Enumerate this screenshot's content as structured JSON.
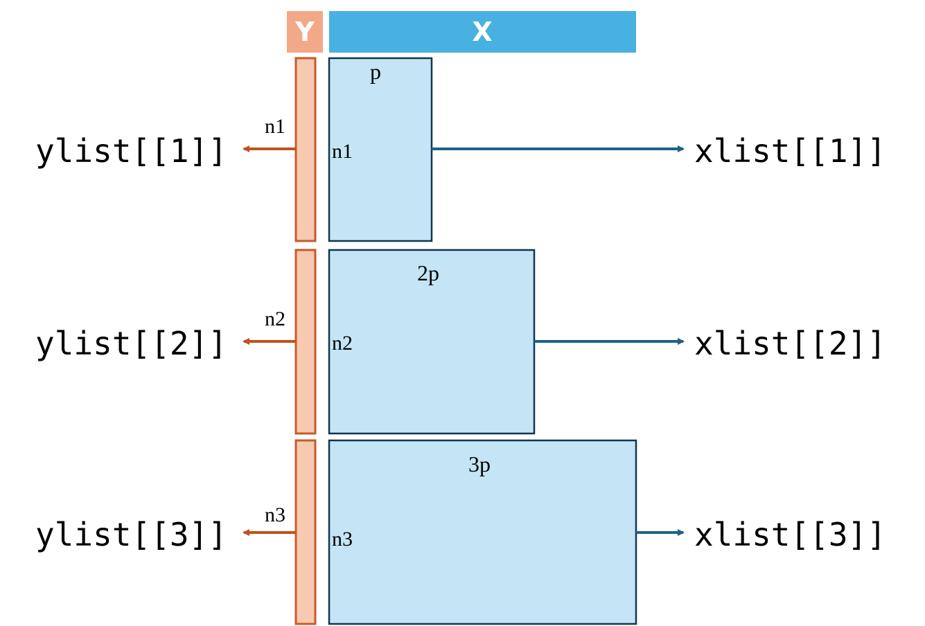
{
  "header": {
    "y_label": "Y",
    "x_label": "X"
  },
  "colors": {
    "y_header": "#f2a988",
    "y_fill": "#f7c9b0",
    "y_stroke": "#c8592a",
    "x_header": "#48b1e1",
    "x_fill": "#c3e5f5",
    "x_stroke": "#12354f",
    "x_arrow": "#1e6187",
    "y_arrow": "#c0521f"
  },
  "blocks": [
    {
      "width_label": "p",
      "row_label_y": "n1",
      "row_label_x": "n1",
      "y_output": "ylist[[1]]",
      "x_output": "xlist[[1]]"
    },
    {
      "width_label": "2p",
      "row_label_y": "n2",
      "row_label_x": "n2",
      "y_output": "ylist[[2]]",
      "x_output": "xlist[[2]]"
    },
    {
      "width_label": "3p",
      "row_label_y": "n3",
      "row_label_x": "n3",
      "y_output": "ylist[[3]]",
      "x_output": "xlist[[3]]"
    }
  ]
}
